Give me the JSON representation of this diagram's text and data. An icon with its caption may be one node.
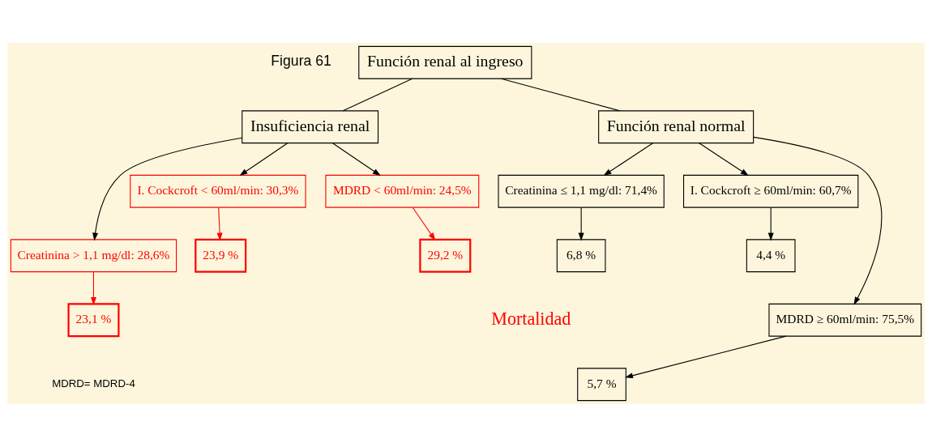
{
  "diagram": {
    "nodes": [
      {
        "text": [
          "Función renal al ingreso"
        ]
      },
      {
        "text": [
          "Insuficiencia renal"
        ]
      },
      {
        "text": [
          "Función renal normal"
        ]
      },
      {
        "text": [
          "Creatinina > 1,1 mg/dl: 28,6%"
        ]
      },
      {
        "text": [
          "I. Cockcroft < 60ml/min: 30,3%"
        ]
      },
      {
        "text": [
          "MDRD < 60ml/min: 24,5%"
        ]
      },
      {
        "text": [
          "Creatinina ≤ 1,1 mg/dl: 71,4%"
        ]
      },
      {
        "text": [
          "I. Cockcroft ≥ 60ml/min: 60,7%"
        ]
      },
      {
        "text": [
          "MDRD ≥ 60ml/min: 75,5%"
        ]
      },
      {
        "text": [
          "23,1 %"
        ]
      },
      {
        "text": [
          "23,9 %"
        ]
      },
      {
        "text": [
          "29,2 %"
        ]
      },
      {
        "text": [
          "5,7 %"
        ]
      },
      {
        "text": [
          "4,4 %"
        ]
      },
      {
        "text": [
          "6,8 %"
        ]
      }
    ],
    "edges": [
      {
        "from": 0,
        "to": 1,
        "arrow": "none"
      },
      {
        "from": 0,
        "to": 2,
        "arrow": "none"
      },
      {
        "from": 1,
        "to": 3,
        "arrow": "to"
      },
      {
        "from": 1,
        "to": 4,
        "arrow": "to"
      },
      {
        "from": 1,
        "to": 5,
        "arrow": "to"
      },
      {
        "from": 2,
        "to": 6,
        "arrow": "to"
      },
      {
        "from": 2,
        "to": 7,
        "arrow": "to"
      },
      {
        "from": 2,
        "to": 8,
        "arrow": "to"
      },
      {
        "from": 3,
        "to": 9,
        "arrow": "to",
        "color": "#ff0000"
      },
      {
        "from": 4,
        "to": 10,
        "arrow": "to",
        "color": "#ff0000"
      },
      {
        "from": 5,
        "to": 11,
        "arrow": "to",
        "color": "#ff0000"
      },
      {
        "from": 8,
        "to": 12,
        "arrow": "to"
      },
      {
        "from": 7,
        "to": 13,
        "arrow": "to"
      },
      {
        "from": 6,
        "to": 14,
        "arrow": "to"
      }
    ],
    "labels": [
      "Figura 61",
      "Mortalidad",
      "MDRD= MDRD-4"
    ]
  }
}
